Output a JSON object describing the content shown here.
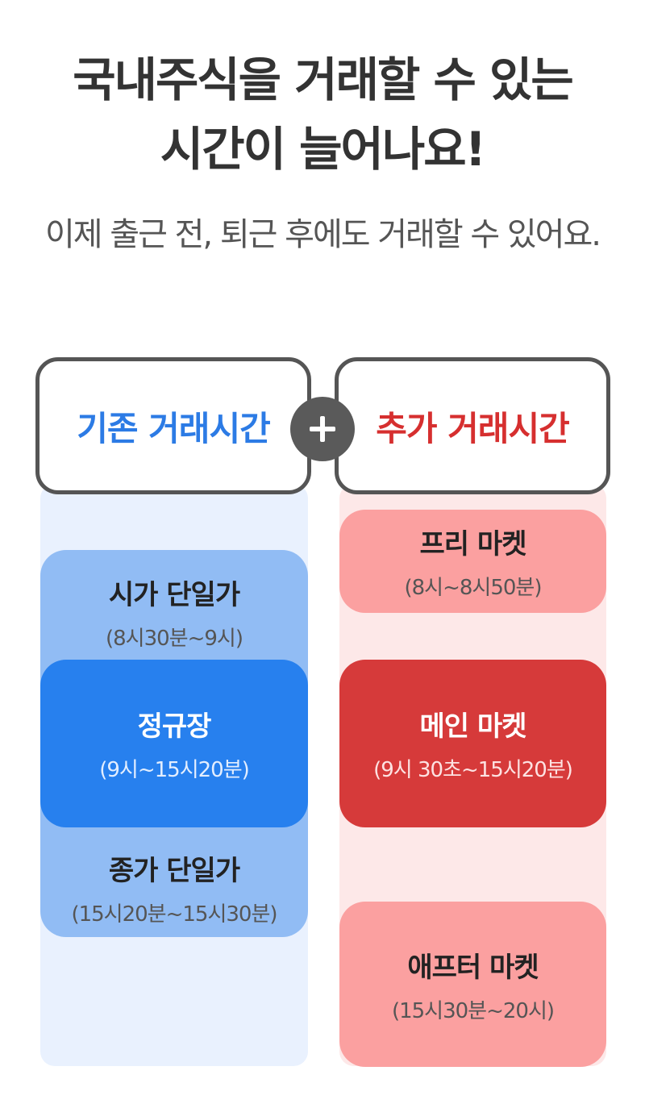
{
  "header": {
    "title_line1": "국내주식을 거래할 수 있는",
    "title_line2": "시간이 늘어나요!",
    "subtitle": "이제 출근 전, 퇴근 후에도 거래할 수 있어요."
  },
  "columns": {
    "existing": {
      "label": "기존 거래시간",
      "sessions": [
        {
          "name": "시가 단일가",
          "time": "(8시30분~9시)"
        },
        {
          "name": "정규장",
          "time": "(9시~15시20분)"
        },
        {
          "name": "종가 단일가",
          "time": "(15시20분~15시30분)"
        }
      ]
    },
    "added": {
      "label": "추가 거래시간",
      "sessions": [
        {
          "name": "프리 마켓",
          "time": "(8시~8시50분)"
        },
        {
          "name": "메인 마켓",
          "time": "(9시 30초~15시20분)"
        },
        {
          "name": "애프터 마켓",
          "time": "(15시30분~20시)"
        }
      ]
    }
  },
  "plus_icon": "plus-icon",
  "colors": {
    "blue_accent": "#2c7be5",
    "red_accent": "#d62f2f",
    "regular_blue": "#2780ee",
    "light_blue": "#91bcf4",
    "main_red": "#d63a3a",
    "light_red": "#fba0a0"
  }
}
